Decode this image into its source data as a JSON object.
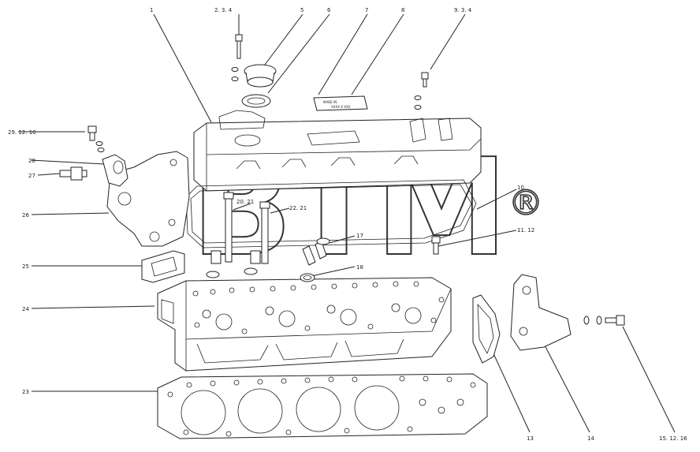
{
  "watermark": {
    "text": "BTM",
    "mark": "®"
  },
  "plate_text": {
    "line1": "MADE IN",
    "line2": "XXXX X XXX"
  },
  "callouts": [
    {
      "id": "c1",
      "text": "1"
    },
    {
      "id": "c2",
      "text": "2. 3. 4"
    },
    {
      "id": "c5",
      "text": "5"
    },
    {
      "id": "c6",
      "text": "6"
    },
    {
      "id": "c7",
      "text": "7"
    },
    {
      "id": "c8",
      "text": "8"
    },
    {
      "id": "c9",
      "text": "9. 3. 4"
    },
    {
      "id": "c10",
      "text": "10"
    },
    {
      "id": "c11",
      "text": "11. 12"
    },
    {
      "id": "c13",
      "text": "13"
    },
    {
      "id": "c14",
      "text": "14"
    },
    {
      "id": "c15",
      "text": "15. 12. 16"
    },
    {
      "id": "c17",
      "text": "17"
    },
    {
      "id": "c18",
      "text": "18"
    },
    {
      "id": "c20",
      "text": "20. 21"
    },
    {
      "id": "c22",
      "text": "22. 21"
    },
    {
      "id": "c23",
      "text": "23"
    },
    {
      "id": "c24",
      "text": "24"
    },
    {
      "id": "c25",
      "text": "25"
    },
    {
      "id": "c26",
      "text": "26"
    },
    {
      "id": "c27",
      "text": "27"
    },
    {
      "id": "c28",
      "text": "28"
    },
    {
      "id": "c29",
      "text": "29. 12. 16"
    }
  ]
}
